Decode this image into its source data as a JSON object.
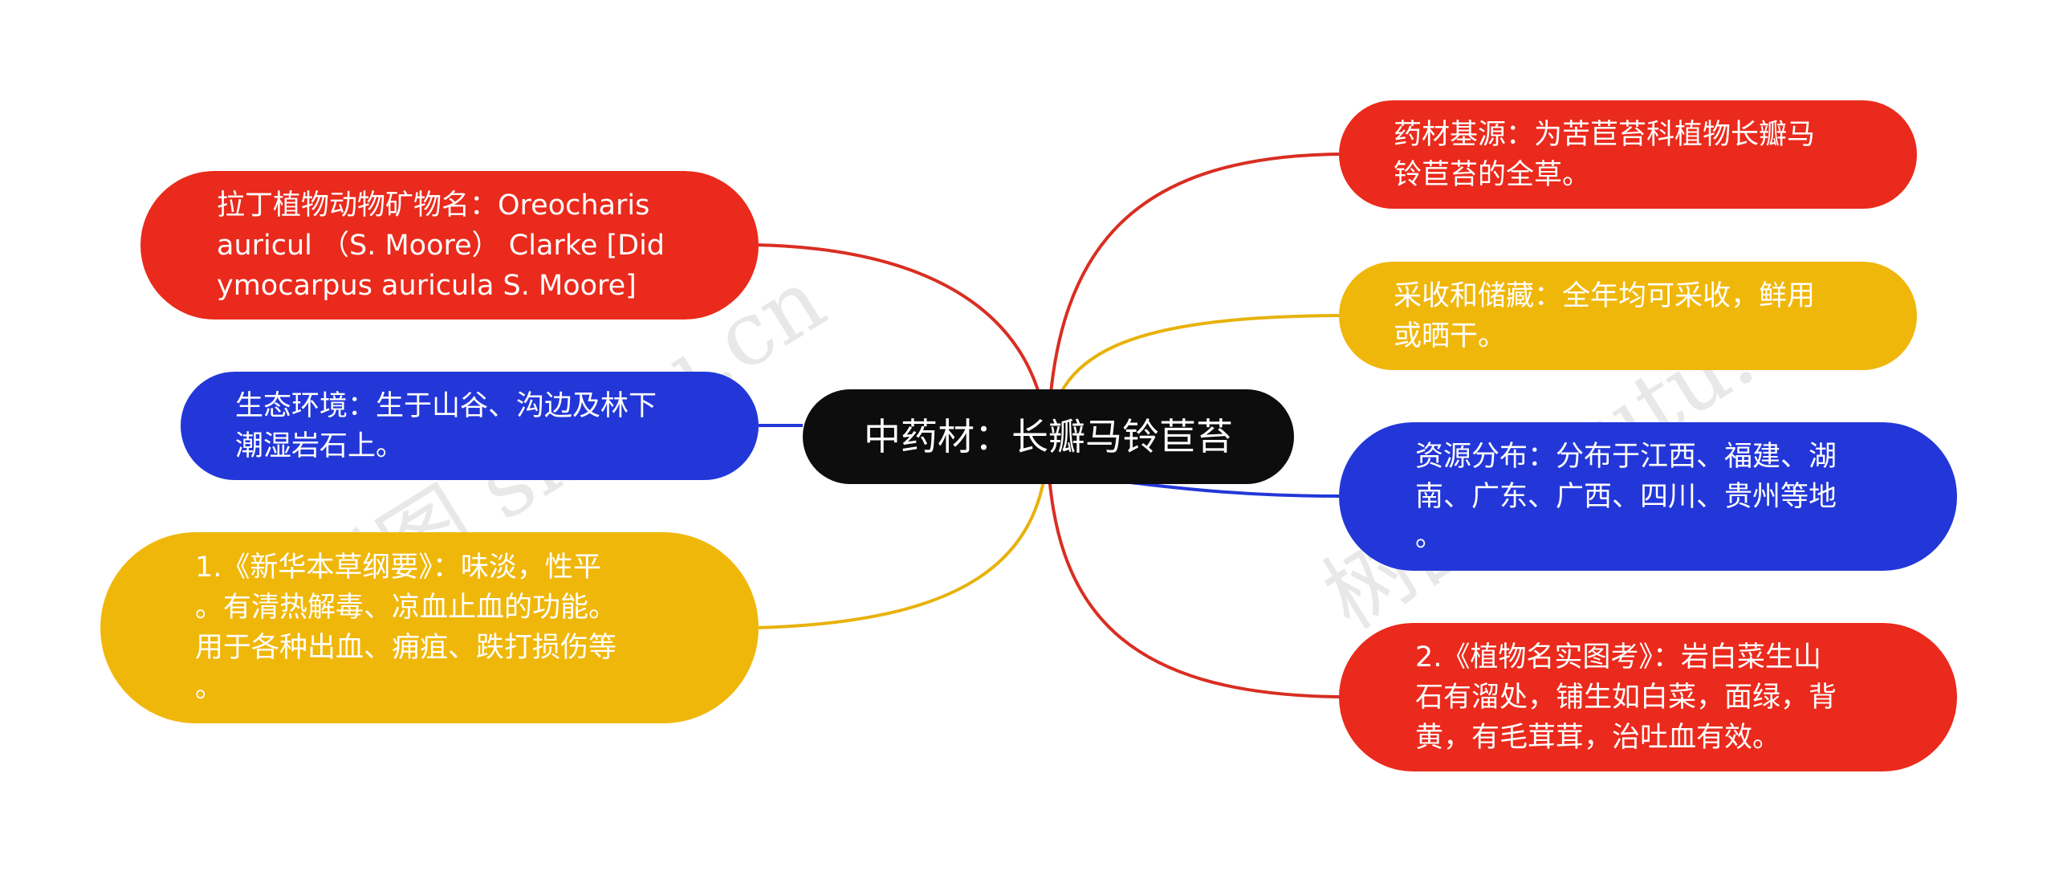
{
  "colors": {
    "red": "#ea2a1c",
    "blue": "#2337d8",
    "yellow": "#f0b70b",
    "center": "#0d0d0d",
    "line_red": "#d92e22",
    "line_blue": "#2337d8",
    "line_yellow": "#e8b20c"
  },
  "center": {
    "label": "中药材：长瓣马铃苣苔"
  },
  "left_nodes": [
    {
      "id": "latin-name",
      "color": "red",
      "text": "拉丁植物动物矿物名：Oreocharis\nauricul （S. Moore） Clarke [Did\nymocarpus auricula S. Moore]"
    },
    {
      "id": "habitat",
      "color": "blue",
      "text": "生态环境：生于山谷、沟边及林下\n潮湿岩石上。"
    },
    {
      "id": "xinhua",
      "color": "yellow",
      "text": "1.《新华本草纲要》：味淡，性平\n。有清热解毒、凉血止血的功能。\n用于各种出血、痈疽、跌打损伤等\n。"
    }
  ],
  "right_nodes": [
    {
      "id": "source",
      "color": "red",
      "text": "药材基源：为苦苣苔科植物长瓣马\n铃苣苔的全草。"
    },
    {
      "id": "harvest",
      "color": "yellow",
      "text": "采收和储藏：全年均可采收，鲜用\n或晒干。"
    },
    {
      "id": "distribution",
      "color": "blue",
      "text": "资源分布：分布于江西、福建、湖\n南、广东、广西、四川、贵州等地\n。"
    },
    {
      "id": "zhiwu",
      "color": "red",
      "text": "2.《植物名实图考》：岩白菜生山\n石有溜处，铺生如白菜，面绿，背\n黄，有毛茸茸，治吐血有效。"
    }
  ],
  "watermark": "树图 shutu.cn"
}
